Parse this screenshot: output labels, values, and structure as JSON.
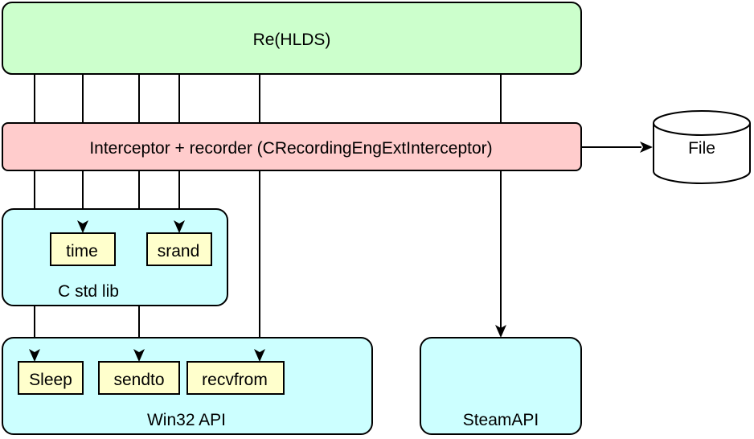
{
  "colors": {
    "top_box": "#ccffcc",
    "interceptor_box": "#ffcccc",
    "lib_box": "#ccffff",
    "func_box": "#ffffcc",
    "file_top": "#ffffff"
  },
  "nodes": {
    "rehlds": "Re(HLDS)",
    "interceptor": "Interceptor + recorder (CRecordingEngExtInterceptor)",
    "file": "File",
    "c_std_lib": "C std lib",
    "time": "time",
    "srand": "srand",
    "win32_api": "Win32 API",
    "sleep": "Sleep",
    "sendto": "sendto",
    "recvfrom": "recvfrom",
    "steam_api": "SteamAPI"
  }
}
